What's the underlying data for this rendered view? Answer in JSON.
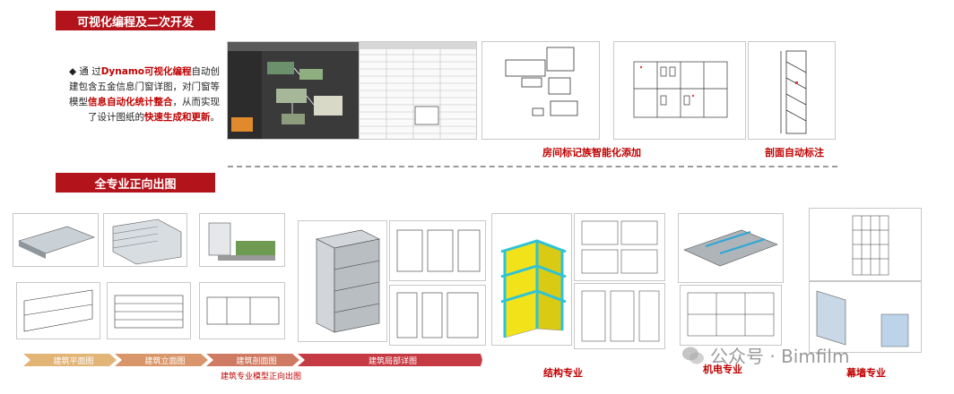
{
  "section1": {
    "title": "可视化编程及二次开发",
    "intro_bullet": "◆",
    "intro_parts": [
      {
        "text": "通 过",
        "style": "normal"
      },
      {
        "text": "Dynamo可视化编程",
        "style": "red"
      },
      {
        "text": "自动创建包含五金信息门窗详图，对门窗等模型",
        "style": "normal"
      },
      {
        "text": "信息自动化统计整合",
        "style": "red"
      },
      {
        "text": "，从而实现了设计图纸的",
        "style": "normal"
      },
      {
        "text": "快速生成和更新",
        "style": "red"
      },
      {
        "text": "。",
        "style": "normal"
      }
    ],
    "captions": {
      "room_tag": "房间标记族智能化添加",
      "section_annotation": "剖面自动标注"
    }
  },
  "section2": {
    "title": "全专业正向出图",
    "steps": [
      {
        "label": "建筑平面图",
        "color": "#e2b476"
      },
      {
        "label": "建筑立面图",
        "color": "#d9966a"
      },
      {
        "label": "建筑剖面图",
        "color": "#cf7a62"
      },
      {
        "label": "建筑局部详图",
        "color": "#c63b43"
      }
    ],
    "captions": {
      "arch": "建筑专业模型正向出图",
      "structure": "结构专业",
      "mep": "机电专业",
      "curtain": "幕墙专业"
    }
  },
  "watermark": {
    "text": "公众号 · Bimfilm"
  },
  "colors": {
    "banner": "#b3131b",
    "accent_red": "#c00000",
    "structure_cyan": "#2ec3d6",
    "structure_yellow": "#f2e21a"
  }
}
